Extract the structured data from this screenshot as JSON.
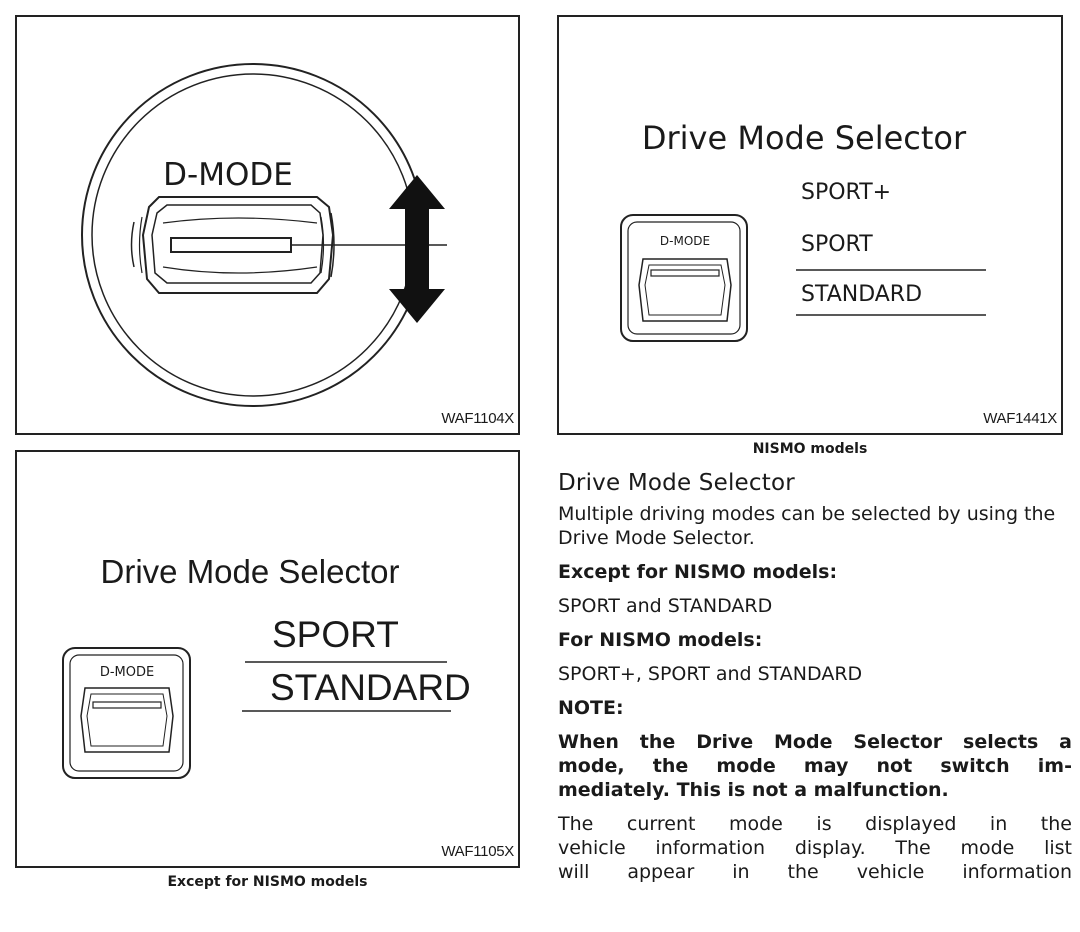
{
  "figures": {
    "top_left": {
      "code": "WAF1104X",
      "switch_label": "D-MODE"
    },
    "top_right": {
      "code": "WAF1441X",
      "heading": "Drive Mode Selector",
      "switch_label": "D-MODE",
      "modes": [
        "SPORT+",
        "SPORT",
        "STANDARD"
      ],
      "caption": "NISMO models"
    },
    "bottom_left": {
      "code": "WAF1105X",
      "heading": "Drive Mode Selector",
      "switch_label": "D-MODE",
      "modes": [
        "SPORT",
        "STANDARD"
      ],
      "caption": "Except for NISMO models"
    }
  },
  "text": {
    "section_title": "Drive Mode Selector",
    "intro": "Multiple driving modes can be selected by using the Drive Mode Selector.",
    "except_heading": "Except for NISMO models:",
    "except_modes": "SPORT and STANDARD",
    "nismo_heading": "For NISMO models:",
    "nismo_modes": "SPORT+, SPORT and STANDARD",
    "note_heading": "NOTE:",
    "note_line1": "When the Drive Mode Selector selects a",
    "note_line2": "mode, the mode may not switch im-",
    "note_line3": "mediately. This is not a malfunction.",
    "body_line1": "The current mode is displayed in the",
    "body_line2": "vehicle information display. The mode list",
    "body_line3": "will appear in the vehicle information"
  }
}
